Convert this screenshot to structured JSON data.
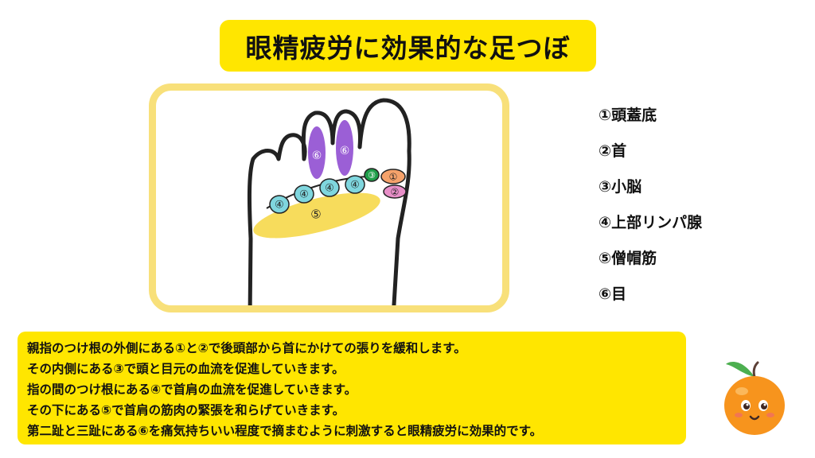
{
  "title": "眼精疲労に効果的な足つぼ",
  "diagram_labels": {
    "p1": "①",
    "p2": "②",
    "p3": "③",
    "p4a": "④",
    "p4b": "④",
    "p4c": "④",
    "p4d": "④",
    "p5": "⑤",
    "p6a": "⑥",
    "p6b": "⑥"
  },
  "legend": [
    "①頭蓋底",
    "②首",
    "③小脳",
    "④上部リンパ腺",
    "⑤僧帽筋",
    "⑥目"
  ],
  "description": [
    "親指のつけ根の外側にある①と②で後頭部から首にかけての張りを緩和します。",
    "その内側にある③で頭と目元の血流を促進していきます。",
    "指の間のつけ根にある④で首肩の血流を促進していきます。",
    "その下にある⑤で首肩の筋肉の緊張を和らげていきます。",
    "第二趾と三趾にある⑥を痛気持ちいい程度で摘まむように刺激すると眼精疲労に効果的です。"
  ],
  "colors": {
    "title_bg": "#ffe600",
    "frame_border": "#f8e07a",
    "description_bg": "#ffe600",
    "point1": "#f5a26b",
    "point2": "#e88fc8",
    "point3": "#1f9e4a",
    "point4": "#7fd6de",
    "point5": "#f7dc5c",
    "point6": "#9b5fd6",
    "mascot_body": "#f7941d",
    "mascot_leaf": "#4caf50"
  }
}
